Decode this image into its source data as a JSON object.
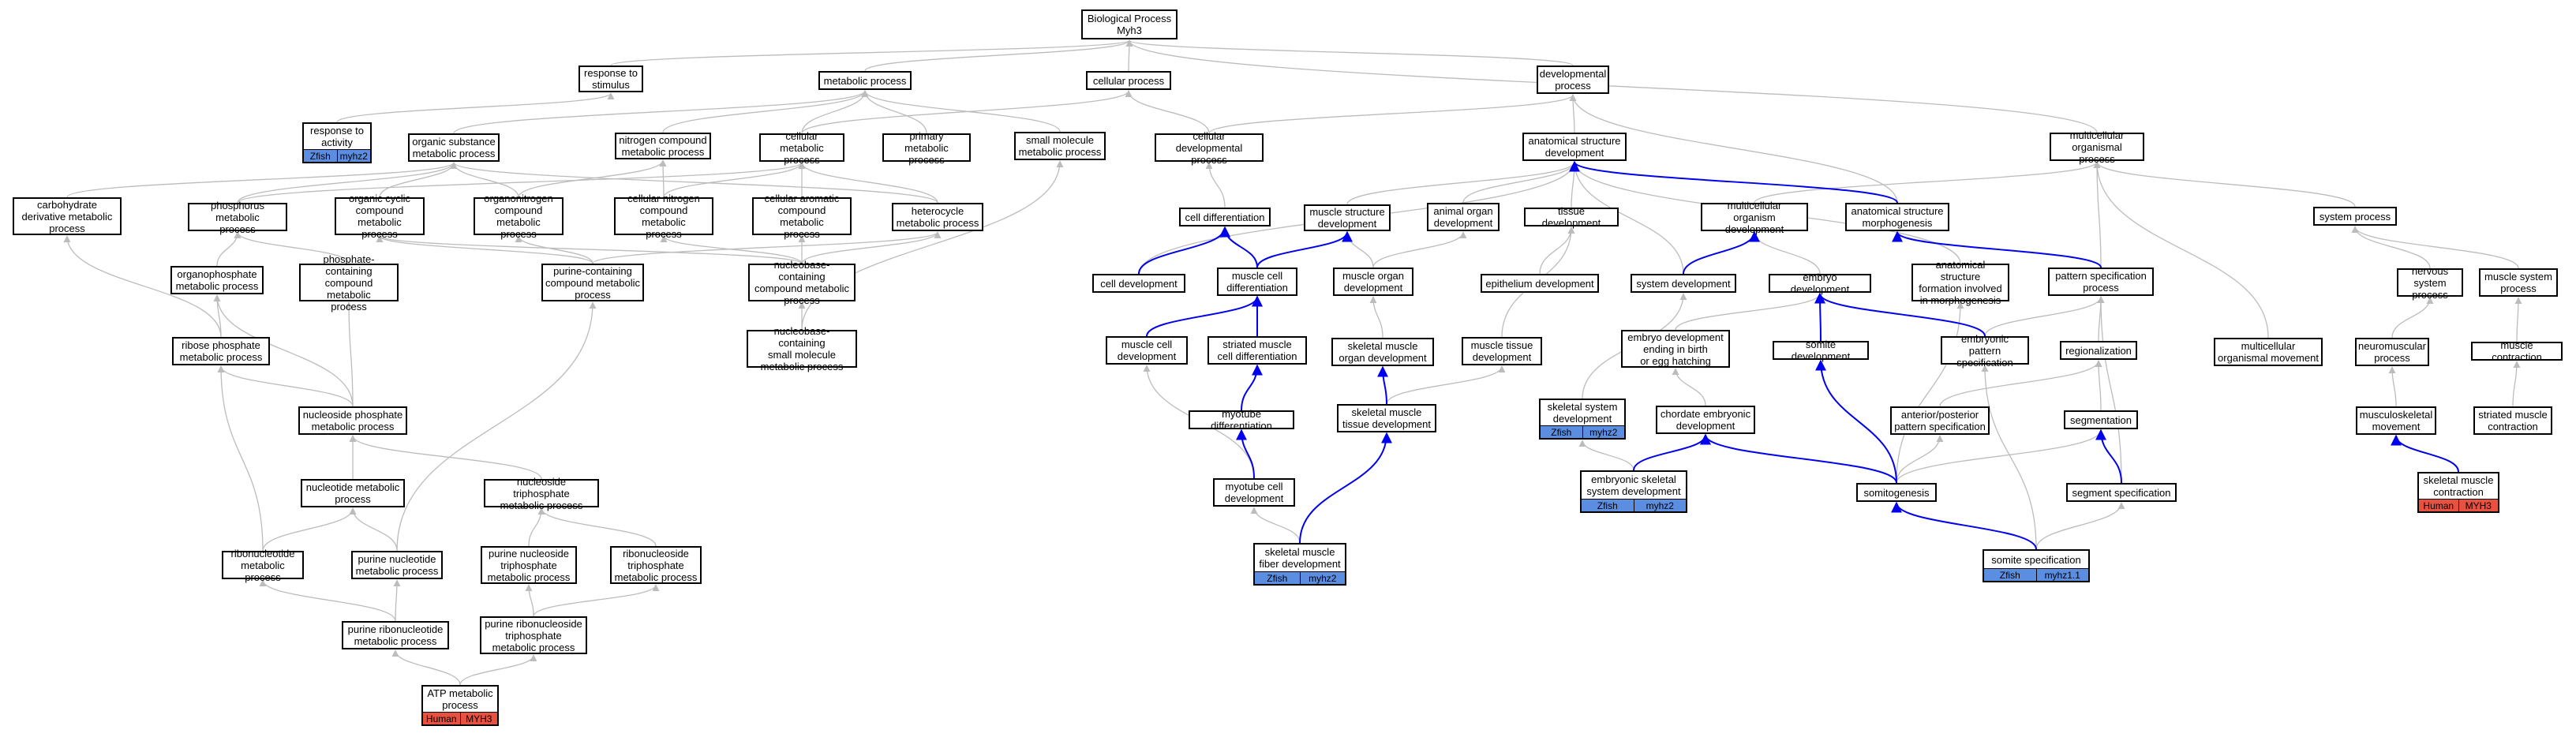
{
  "colors": {
    "gray_edge": "#bcbcbc",
    "blue_edge": "#0000ee",
    "zfish": "#5b8de0",
    "human": "#e8503f"
  },
  "nodes": [
    {
      "id": "bp",
      "label": "Biological Process\nMyh3"
    },
    {
      "id": "resp_stim",
      "label": "response to\nstimulus"
    },
    {
      "id": "metab",
      "label": "metabolic process"
    },
    {
      "id": "cell_proc",
      "label": "cellular process"
    },
    {
      "id": "dev_proc",
      "label": "developmental\nprocess"
    },
    {
      "id": "resp_act",
      "label": "response to\nactivity",
      "tags": [
        {
          "text": "Zfish",
          "color": "zfish"
        },
        {
          "text": "myhz2",
          "color": "zfish"
        }
      ]
    },
    {
      "id": "org_sub",
      "label": "organic substance\nmetabolic process"
    },
    {
      "id": "nitro",
      "label": "nitrogen compound\nmetabolic process"
    },
    {
      "id": "cell_met",
      "label": "cellular metabolic\nprocess"
    },
    {
      "id": "prim_met",
      "label": "primary metabolic\nprocess"
    },
    {
      "id": "small_mol",
      "label": "small molecule\nmetabolic process"
    },
    {
      "id": "cell_dev_proc",
      "label": "cellular developmental\nprocess"
    },
    {
      "id": "anat_dev",
      "label": "anatomical structure\ndevelopment"
    },
    {
      "id": "multi_org",
      "label": "multicellular\norganismal process"
    },
    {
      "id": "carb",
      "label": "carbohydrate\nderivative metabolic\nprocess"
    },
    {
      "id": "phos",
      "label": "phosphorus metabolic\nprocess"
    },
    {
      "id": "org_cyc",
      "label": "organic cyclic\ncompound metabolic\nprocess"
    },
    {
      "id": "organonitro",
      "label": "organonitrogen\ncompound metabolic\nprocess"
    },
    {
      "id": "cell_nitro",
      "label": "cellular nitrogen\ncompound metabolic\nprocess"
    },
    {
      "id": "cell_arom",
      "label": "cellular aromatic\ncompound metabolic\nprocess"
    },
    {
      "id": "hetero",
      "label": "heterocycle\nmetabolic process"
    },
    {
      "id": "cell_diff",
      "label": "cell differentiation"
    },
    {
      "id": "musc_struct",
      "label": "muscle structure\ndevelopment"
    },
    {
      "id": "anim_organ",
      "label": "animal organ\ndevelopment"
    },
    {
      "id": "tissue_dev",
      "label": "tissue development"
    },
    {
      "id": "multi_org_dev",
      "label": "multicellular\norganism development"
    },
    {
      "id": "anat_morph",
      "label": "anatomical structure\nmorphogenesis"
    },
    {
      "id": "sys_proc",
      "label": "system process"
    },
    {
      "id": "organophos",
      "label": "organophosphate\nmetabolic process"
    },
    {
      "id": "phos_cont",
      "label": "phosphate-containing\ncompound metabolic\nprocess"
    },
    {
      "id": "purine_cont",
      "label": "purine-containing\ncompound metabolic\nprocess"
    },
    {
      "id": "nucleobase_cont",
      "label": "nucleobase-containing\ncompound metabolic\nprocess"
    },
    {
      "id": "cell_dev",
      "label": "cell development"
    },
    {
      "id": "musc_cell_diff",
      "label": "muscle cell\ndifferentiation"
    },
    {
      "id": "musc_organ",
      "label": "muscle organ\ndevelopment"
    },
    {
      "id": "epith",
      "label": "epithelium development"
    },
    {
      "id": "sys_dev",
      "label": "system development"
    },
    {
      "id": "embryo_dev",
      "label": "embryo development"
    },
    {
      "id": "anat_form",
      "label": "anatomical structure\nformation involved\nin morphogenesis"
    },
    {
      "id": "pattern",
      "label": "pattern specification\nprocess"
    },
    {
      "id": "nerv_sys",
      "label": "nervous system\nprocess"
    },
    {
      "id": "musc_sys",
      "label": "muscle system\nprocess"
    },
    {
      "id": "ribose",
      "label": "ribose phosphate\nmetabolic process"
    },
    {
      "id": "nucleobase_small",
      "label": "nucleobase-containing\nsmall molecule\nmetabolic process"
    },
    {
      "id": "musc_cell_dev",
      "label": "muscle cell\ndevelopment"
    },
    {
      "id": "striated_diff",
      "label": "striated muscle\ncell differentiation"
    },
    {
      "id": "skel_organ",
      "label": "skeletal muscle\norgan development"
    },
    {
      "id": "musc_tissue",
      "label": "muscle tissue\ndevelopment"
    },
    {
      "id": "embryo_birth",
      "label": "embryo development\nending in birth\nor egg hatching"
    },
    {
      "id": "somite_dev",
      "label": "somite development"
    },
    {
      "id": "embryo_pattern",
      "label": "embryonic pattern\nspecification"
    },
    {
      "id": "regional",
      "label": "regionalization"
    },
    {
      "id": "multi_move",
      "label": "multicellular\norganismal movement"
    },
    {
      "id": "neuromusc",
      "label": "neuromuscular\nprocess"
    },
    {
      "id": "musc_contr",
      "label": "muscle contraction"
    },
    {
      "id": "nucleoside_phos",
      "label": "nucleoside phosphate\nmetabolic process"
    },
    {
      "id": "skel_sys_dev",
      "label": "skeletal system\ndevelopment",
      "tags": [
        {
          "text": "Zfish",
          "color": "zfish"
        },
        {
          "text": "myhz2",
          "color": "zfish"
        }
      ]
    },
    {
      "id": "myotube_diff",
      "label": "myotube differentiation"
    },
    {
      "id": "skel_tissue",
      "label": "skeletal muscle\ntissue development"
    },
    {
      "id": "chordate",
      "label": "chordate embryonic\ndevelopment"
    },
    {
      "id": "ant_post",
      "label": "anterior/posterior\npattern specification"
    },
    {
      "id": "segmentation",
      "label": "segmentation"
    },
    {
      "id": "muscskel_move",
      "label": "musculoskeletal\nmovement"
    },
    {
      "id": "striated_contr",
      "label": "striated muscle\ncontraction"
    },
    {
      "id": "nucleotide",
      "label": "nucleotide metabolic\nprocess"
    },
    {
      "id": "nucleoside_tri",
      "label": "nucleoside triphosphate\nmetabolic process"
    },
    {
      "id": "myotube_dev",
      "label": "myotube cell\ndevelopment"
    },
    {
      "id": "embryo_skel",
      "label": "embryonic skeletal\nsystem development",
      "tags": [
        {
          "text": "Zfish",
          "color": "zfish"
        },
        {
          "text": "myhz2",
          "color": "zfish"
        }
      ]
    },
    {
      "id": "somitogenesis",
      "label": "somitogenesis"
    },
    {
      "id": "segment_spec",
      "label": "segment specification"
    },
    {
      "id": "skel_contr",
      "label": "skeletal muscle\ncontraction",
      "tags": [
        {
          "text": "Human",
          "color": "human"
        },
        {
          "text": "MYH3",
          "color": "human"
        }
      ]
    },
    {
      "id": "ribonucleotide",
      "label": "ribonucleotide\nmetabolic process"
    },
    {
      "id": "purine_nucleotide",
      "label": "purine nucleotide\nmetabolic process"
    },
    {
      "id": "purine_ns_tri",
      "label": "purine nucleoside\ntriphosphate\nmetabolic process"
    },
    {
      "id": "ribonucleoside_tri",
      "label": "ribonucleoside\ntriphosphate\nmetabolic process"
    },
    {
      "id": "skel_fiber",
      "label": "skeletal muscle\nfiber development",
      "tags": [
        {
          "text": "Zfish",
          "color": "zfish"
        },
        {
          "text": "myhz2",
          "color": "zfish"
        }
      ]
    },
    {
      "id": "somite_spec",
      "label": "somite specification",
      "tags": [
        {
          "text": "Zfish",
          "color": "zfish"
        },
        {
          "text": "myhz1.1",
          "color": "zfish"
        }
      ]
    },
    {
      "id": "purine_ribonucleotide",
      "label": "purine ribonucleotide\nmetabolic process"
    },
    {
      "id": "purine_rns_tri",
      "label": "purine ribonucleoside\ntriphosphate\nmetabolic process"
    },
    {
      "id": "atp",
      "label": "ATP metabolic\nprocess",
      "tags": [
        {
          "text": "Human",
          "color": "human"
        },
        {
          "text": "MYH3",
          "color": "human"
        }
      ]
    }
  ]
}
